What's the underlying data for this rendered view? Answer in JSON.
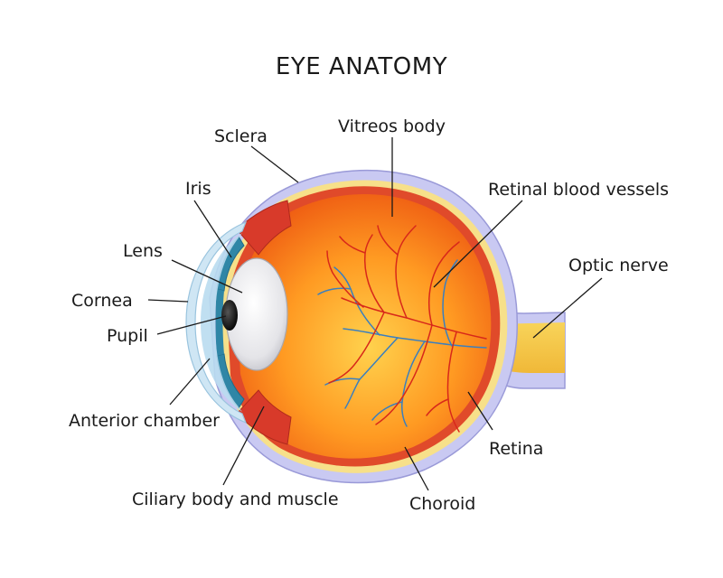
{
  "title": "EYE ANATOMY",
  "labels": {
    "sclera": "Sclera",
    "vitreous_body": "Vitreos body",
    "iris": "Iris",
    "retinal_blood_vessels": "Retinal blood vessels",
    "lens": "Lens",
    "optic_nerve": "Optic nerve",
    "cornea": "Cornea",
    "pupil": "Pupil",
    "anterior_chamber": "Anterior chamber",
    "retina": "Retina",
    "ciliary_body_and_muscle": "Ciliary body and muscle",
    "choroid": "Choroid"
  },
  "colors": {
    "sclera": "#c9c9f2",
    "sclera_edge": "#9a9ad8",
    "choroid": "#e04a2a",
    "retina": "#f7e08a",
    "vitreous_center": "#ffcf4a",
    "vitreous_edge": "#ee5a12",
    "optic_nerve": "#f5c84a",
    "lens": "#e8e8ec",
    "iris": "#2f86a6",
    "cornea": "#cfe6f4",
    "pupil": "#111111",
    "ciliary_body": "#d83a2a",
    "artery": "#d8281a",
    "vein": "#3a7fbf"
  }
}
